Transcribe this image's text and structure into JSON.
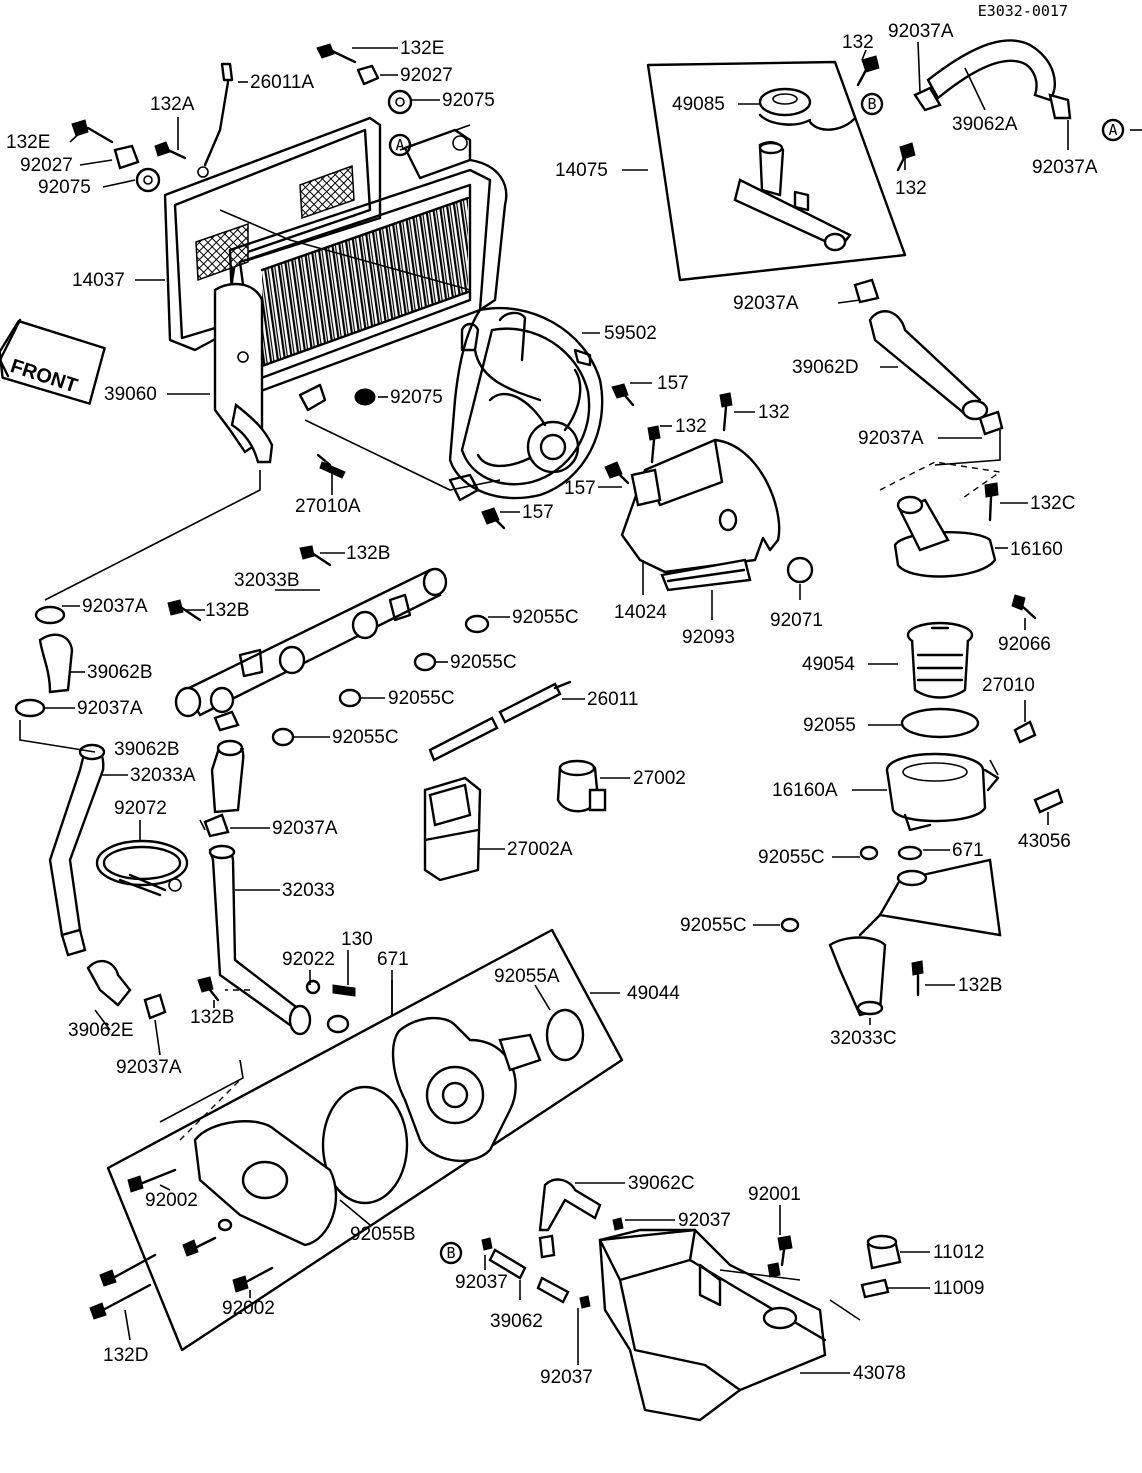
{
  "ref_code": "E3032-0017",
  "front_label": "FRONT",
  "markers": {
    "a": "A",
    "b": "B"
  },
  "labels": [
    {
      "id": "p-132e-1",
      "text": "132E"
    },
    {
      "id": "p-92027-1",
      "text": "92027"
    },
    {
      "id": "p-92075-1",
      "text": "92075"
    },
    {
      "id": "p-26011a",
      "text": "26011A"
    },
    {
      "id": "p-132a",
      "text": "132A"
    },
    {
      "id": "p-132e-2",
      "text": "132E"
    },
    {
      "id": "p-92027-2",
      "text": "92027"
    },
    {
      "id": "p-92075-2",
      "text": "92075"
    },
    {
      "id": "p-14037",
      "text": "14037"
    },
    {
      "id": "p-39060",
      "text": "39060"
    },
    {
      "id": "p-92075-3",
      "text": "92075"
    },
    {
      "id": "p-27010a",
      "text": "27010A"
    },
    {
      "id": "p-59502",
      "text": "59502"
    },
    {
      "id": "p-157-1",
      "text": "157"
    },
    {
      "id": "p-157-2",
      "text": "157"
    },
    {
      "id": "p-157-3",
      "text": "157"
    },
    {
      "id": "p-132-fan-1",
      "text": "132"
    },
    {
      "id": "p-132-fan-2",
      "text": "132"
    },
    {
      "id": "p-14024",
      "text": "14024"
    },
    {
      "id": "p-92093",
      "text": "92093"
    },
    {
      "id": "p-92071",
      "text": "92071"
    },
    {
      "id": "p-132-top",
      "text": "132"
    },
    {
      "id": "p-92037a-top",
      "text": "92037A"
    },
    {
      "id": "p-49085",
      "text": "49085"
    },
    {
      "id": "p-39062a",
      "text": "39062A"
    },
    {
      "id": "p-92037a-right",
      "text": "92037A"
    },
    {
      "id": "p-14075",
      "text": "14075"
    },
    {
      "id": "p-132-mid",
      "text": "132"
    },
    {
      "id": "p-92037a-mid",
      "text": "92037A"
    },
    {
      "id": "p-39062d",
      "text": "39062D"
    },
    {
      "id": "p-92037a-low",
      "text": "92037A"
    },
    {
      "id": "p-132c",
      "text": "132C"
    },
    {
      "id": "p-16160",
      "text": "16160"
    },
    {
      "id": "p-92066",
      "text": "92066"
    },
    {
      "id": "p-49054",
      "text": "49054"
    },
    {
      "id": "p-27010",
      "text": "27010"
    },
    {
      "id": "p-92055-r",
      "text": "92055"
    },
    {
      "id": "p-16160a",
      "text": "16160A"
    },
    {
      "id": "p-43056",
      "text": "43056"
    },
    {
      "id": "p-92055c-r",
      "text": "92055C"
    },
    {
      "id": "p-671-r",
      "text": "671"
    },
    {
      "id": "p-92055c-r2",
      "text": "92055C"
    },
    {
      "id": "p-132b-r",
      "text": "132B"
    },
    {
      "id": "p-32033c",
      "text": "32033C"
    },
    {
      "id": "p-132b-1",
      "text": "132B"
    },
    {
      "id": "p-32033b",
      "text": "32033B"
    },
    {
      "id": "p-132b-2",
      "text": "132B"
    },
    {
      "id": "p-92037a-l1",
      "text": "92037A"
    },
    {
      "id": "p-92055c-1",
      "text": "92055C"
    },
    {
      "id": "p-92055c-2",
      "text": "92055C"
    },
    {
      "id": "p-92055c-3",
      "text": "92055C"
    },
    {
      "id": "p-92055c-4",
      "text": "92055C"
    },
    {
      "id": "p-39062b-1",
      "text": "39062B"
    },
    {
      "id": "p-92037a-l2",
      "text": "92037A"
    },
    {
      "id": "p-26011",
      "text": "26011"
    },
    {
      "id": "p-39062b-2",
      "text": "39062B"
    },
    {
      "id": "p-32033a",
      "text": "32033A"
    },
    {
      "id": "p-92072",
      "text": "92072"
    },
    {
      "id": "p-92037a-l3",
      "text": "92037A"
    },
    {
      "id": "p-27002",
      "text": "27002"
    },
    {
      "id": "p-27002a",
      "text": "27002A"
    },
    {
      "id": "p-32033",
      "text": "32033"
    },
    {
      "id": "p-130",
      "text": "130"
    },
    {
      "id": "p-92022",
      "text": "92022"
    },
    {
      "id": "p-671-l",
      "text": "671"
    },
    {
      "id": "p-92055a",
      "text": "92055A"
    },
    {
      "id": "p-49044",
      "text": "49044"
    },
    {
      "id": "p-132b-3",
      "text": "132B"
    },
    {
      "id": "p-39062e",
      "text": "39062E"
    },
    {
      "id": "p-92037a-l4",
      "text": "92037A"
    },
    {
      "id": "p-92002-1",
      "text": "92002"
    },
    {
      "id": "p-92055b",
      "text": "92055B"
    },
    {
      "id": "p-92002-2",
      "text": "92002"
    },
    {
      "id": "p-132d",
      "text": "132D"
    },
    {
      "id": "p-39062c",
      "text": "39062C"
    },
    {
      "id": "p-92037-1",
      "text": "92037"
    },
    {
      "id": "p-92037-2",
      "text": "92037"
    },
    {
      "id": "p-39062",
      "text": "39062"
    },
    {
      "id": "p-92037-3",
      "text": "92037"
    },
    {
      "id": "p-92001",
      "text": "92001"
    },
    {
      "id": "p-11012",
      "text": "11012"
    },
    {
      "id": "p-11009",
      "text": "11009"
    },
    {
      "id": "p-43078",
      "text": "43078"
    }
  ]
}
